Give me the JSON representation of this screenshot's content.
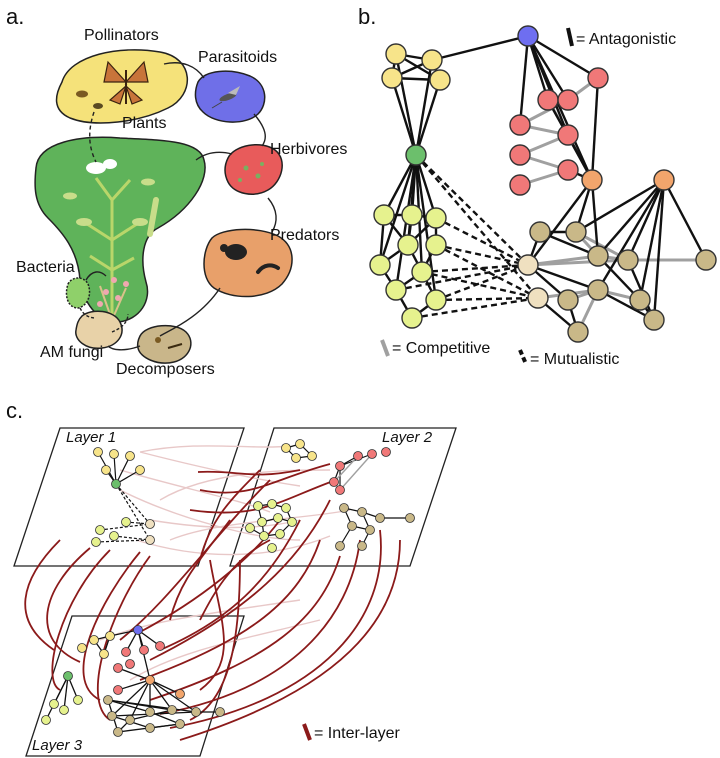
{
  "panels": {
    "a": "a.",
    "b": "b.",
    "c": "c."
  },
  "panel_a": {
    "labels": {
      "pollinators": "Pollinators",
      "parasitoids": "Parasitoids",
      "plants": "Plants",
      "herbivores": "Herbivores",
      "predators": "Predators",
      "bacteria": "Bacteria",
      "am_fungi": "AM fungi",
      "decomposers": "Decomposers"
    },
    "colors": {
      "pollinators": "#f5e27a",
      "parasitoids": "#6f6fe8",
      "plants": "#5fb35a",
      "herbivores": "#e85b5b",
      "predators": "#e8a06a",
      "bacteria": "#8fd06a",
      "am_fungi": "#e8d2a8",
      "decomposers": "#c9b68a"
    }
  },
  "panel_b": {
    "legend": {
      "antagonistic": "= Antagonistic",
      "competitive": "= Competitive",
      "mutualistic": "= Mutualistic"
    },
    "colors": {
      "yellow": "#f7e48a",
      "blue": "#6e6ef0",
      "red": "#f07878",
      "green": "#6cbf6c",
      "lime": "#e6f28e",
      "orange": "#f2a56c",
      "tan": "#c9b888",
      "beige": "#efe0c0",
      "antagonistic_edge": "#111111",
      "competitive_edge": "#a0a0a0"
    }
  },
  "panel_c": {
    "layers": {
      "l1": "Layer 1",
      "l2": "Layer 2",
      "l3": "Layer 3"
    },
    "legend": {
      "inter_layer": "= Inter-layer"
    },
    "colors": {
      "inter_layer_edge": "#8b1a1a",
      "intra_faint": "#e8c8c8"
    }
  }
}
